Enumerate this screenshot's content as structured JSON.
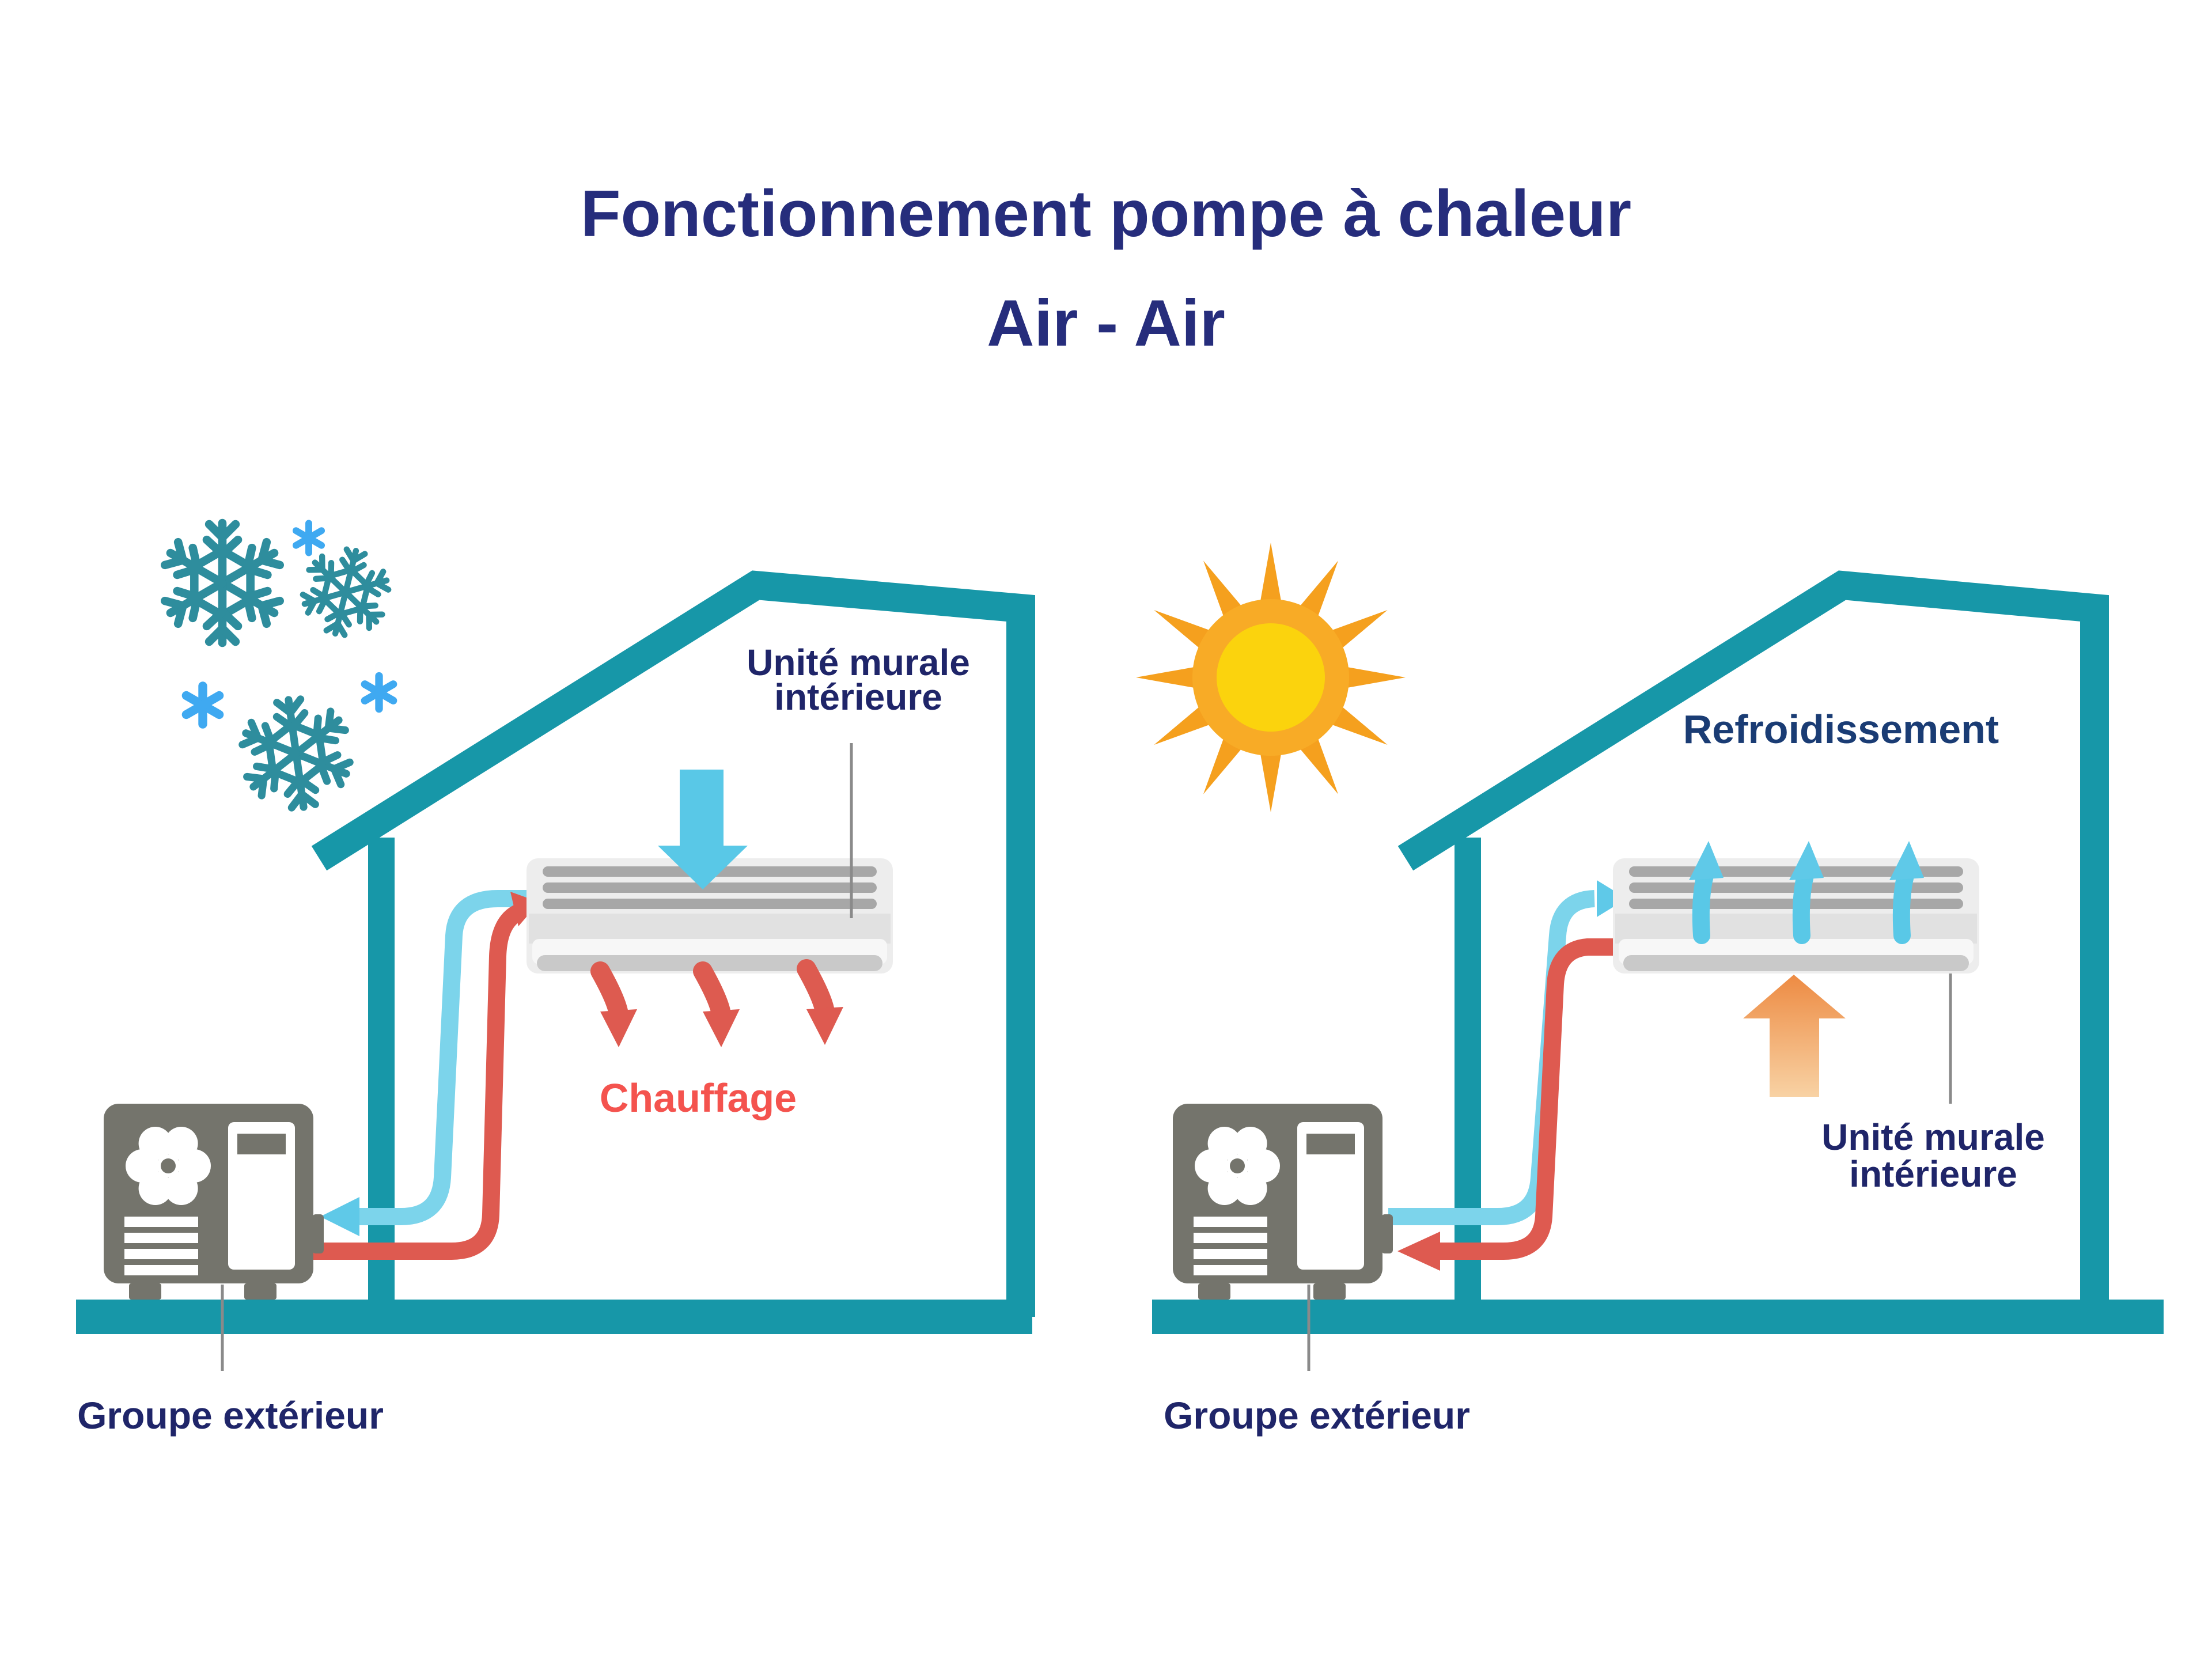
{
  "title": {
    "line1": "Fonctionnement pompe à chaleur",
    "line2": "Air - Air"
  },
  "heating_panel": {
    "indoor_unit_label": {
      "line1": "Unité murale",
      "line2": "intérieure"
    },
    "mode_label": "Chauffage",
    "outdoor_unit_label": "Groupe extérieur"
  },
  "cooling_panel": {
    "mode_label": "Refroidissement",
    "indoor_unit_label": {
      "line1": "Unité murale",
      "line2": "intérieure"
    },
    "outdoor_unit_label": "Groupe extérieur"
  },
  "colors": {
    "navy_title": "#262D7C",
    "navy_label": "#1F2569",
    "cool_mode_blue": "#1A3C74",
    "hot_mode_red": "#F4534E",
    "house_teal": "#1797A8",
    "snowflake_teal": "#2E8D9D",
    "star_blue": "#3FA9F1",
    "pipe_blue": "#7CD4EB",
    "air_arrow_blue": "#59C8E7",
    "pipe_red": "#DE5A50",
    "warm_air_orange": "#ED8B43",
    "sun_ray": "#F5A01E",
    "sun_disc": "#F8AB26",
    "sun_core": "#FBD30D",
    "unit_gray": "#74746C"
  }
}
